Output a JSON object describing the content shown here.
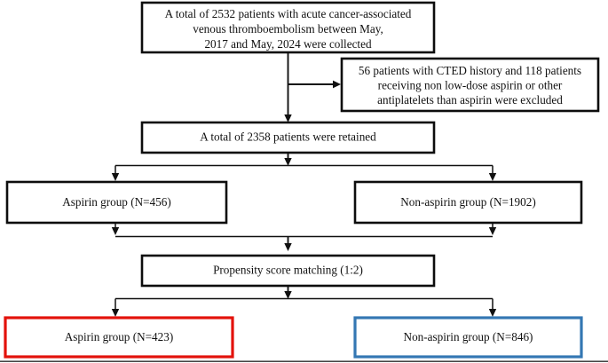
{
  "figure": {
    "type": "flowchart",
    "title": "Patient selection flow diagram",
    "colors": {
      "box_border": "#0d0d0d",
      "aspirin_highlight": "#e3120b",
      "non_aspirin_highlight": "#3477b3",
      "text": "#111111",
      "background": "#ffffff"
    }
  },
  "nodes": {
    "enrollment": {
      "id": "enrollment-box",
      "lines": [
        "A total of  2532 patients with acute cancer-associated",
        "venous thromboembolism between May,",
        "2017 and May, 2024 were collected"
      ]
    },
    "exclusion": {
      "id": "exclusion-box",
      "lines": [
        "56 patients with CTED history and 118 patients",
        "receiving non low-dose aspirin or other",
        "antiplatelets than aspirin were excluded"
      ]
    },
    "retained": {
      "id": "retained-box",
      "lines": [
        "A total of 2358 patients were retained"
      ]
    },
    "aspirin_pre": {
      "id": "aspirin-group-pre-box",
      "lines": [
        "Aspirin group (N=456)"
      ]
    },
    "non_aspirin_pre": {
      "id": "non-aspirin-group-pre-box",
      "lines": [
        "Non-aspirin group (N=1902)"
      ]
    },
    "matching": {
      "id": "propensity-score-matching-box",
      "lines": [
        "Propensity score matching (1:2)"
      ]
    },
    "aspirin_post": {
      "id": "aspirin-group-post-box",
      "lines": [
        "Aspirin group (N=423)"
      ]
    },
    "non_aspirin_post": {
      "id": "non-aspirin-group-post-box",
      "lines": [
        "Non-aspirin group (N=846)"
      ]
    }
  }
}
